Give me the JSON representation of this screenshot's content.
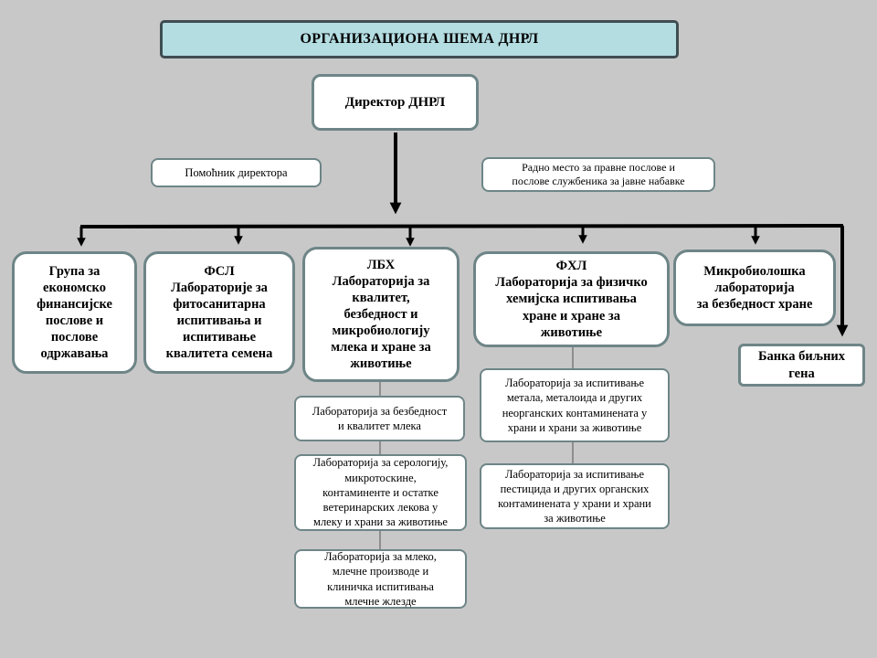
{
  "title": "ОРГАНИЗАЦИОНА  ШЕМА ДНРЛ",
  "director": "Директор ДНРЛ",
  "assistant": "Помоћник директора",
  "legal_lines": [
    "Радно место за правне послове и",
    "послове службеника за јавне набавке"
  ],
  "group": [
    "Група за",
    "економско",
    "финансијске",
    "послове и",
    "послове",
    "одржавања"
  ],
  "fsl": [
    "ФСЛ",
    "Лабораторије за",
    "фитосанитарна",
    "испитивања и",
    "испитивање",
    "квалитета семена"
  ],
  "lbh": [
    "ЛБХ",
    "Лабораторија за",
    "квалитет,",
    "безбедност и",
    "микробиологију",
    "млека и хране за",
    "животиње"
  ],
  "fhl": [
    "ФХЛ",
    "Лабораторија за физичко",
    "хемијска испитивања",
    "хране и хране за",
    "животиње"
  ],
  "micro": [
    "Микробиолошка",
    "лабораторија",
    "за безбедност хране"
  ],
  "bank": [
    "Банка биљних",
    "гена"
  ],
  "lbh_sub1": [
    "Лабораторија за безбедност",
    "и квалитет  млека"
  ],
  "lbh_sub2": [
    "Лабораторија за серологију,",
    "микротоскине,",
    "контаминенте и остатке",
    "ветеринарских лекова у",
    "млеку и храни за животиње"
  ],
  "lbh_sub3": [
    "Лабораторија за млеко,",
    "млечне производе и",
    "клиничка испитивања",
    "млечне жлезде"
  ],
  "fhl_sub1": [
    "Лабораторија за испитивање",
    "метала,  металоида  и других",
    "неорганских  контаминената у",
    "храни и храни за животиње"
  ],
  "fhl_sub2": [
    "Лабораторија за испитивање",
    "пестицида  и других  органских",
    "контаминената  у храни и храни",
    "за животиње"
  ]
}
